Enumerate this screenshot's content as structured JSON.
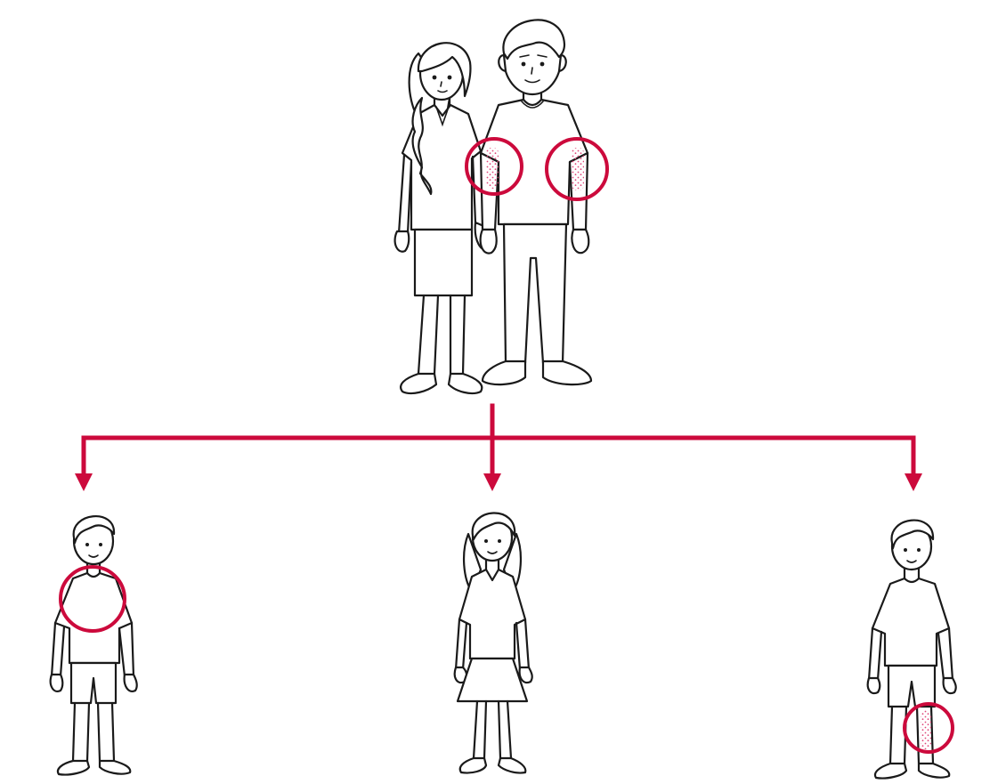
{
  "colors": {
    "accent": "#cc0a3c",
    "line": "#1a1a1a",
    "background": "#ffffff",
    "rash_dots": "#e0487a"
  },
  "figures": [
    {
      "role": "parent",
      "kind": "mother",
      "rash": false
    },
    {
      "role": "parent",
      "kind": "father",
      "rash": true,
      "rash_sites": [
        "right-forearm",
        "left-forearm"
      ]
    },
    {
      "role": "child",
      "kind": "boy",
      "rash": true,
      "rash_sites": [
        "chest"
      ]
    },
    {
      "role": "child",
      "kind": "girl",
      "rash": false
    },
    {
      "role": "child",
      "kind": "boy",
      "rash": true,
      "rash_sites": [
        "left-shin"
      ]
    }
  ],
  "connectors": {
    "from": "parents",
    "to": [
      "child-left",
      "child-middle",
      "child-right"
    ]
  }
}
